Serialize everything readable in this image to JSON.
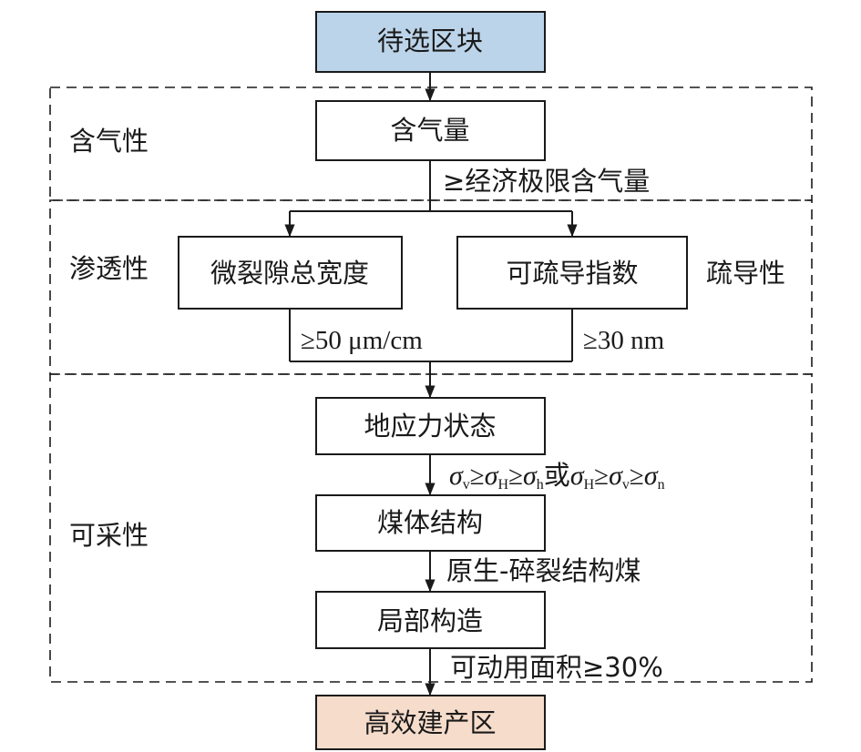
{
  "colors": {
    "start_fill": "#bcd4e9",
    "end_fill": "#f6dccb",
    "node_fill": "#ffffff",
    "stroke": "#1a1a1a"
  },
  "nodes": {
    "start": "待选区块",
    "gas_content": "含气量",
    "microcrack_width": "微裂隙总宽度",
    "drainability_index": "可疏导指数",
    "in_situ_stress": "地应力状态",
    "coal_structure": "煤体结构",
    "local_structure": "局部构造",
    "end": "高效建产区"
  },
  "sections": {
    "gas_bearing": "含气性",
    "permeability": "渗透性",
    "drainability": "疏导性",
    "recoverability": "可采性"
  },
  "criteria": {
    "gas": "≥经济极限含气量",
    "microcrack": "≥50 μm/cm",
    "drainability": "≥30 nm",
    "stress": {
      "part1_sym": "σ",
      "part1_sub": "v",
      "ge1": "≥",
      "part2_sym": "σ",
      "part2_sub": "H",
      "ge2": "≥",
      "part3_sym": "σ",
      "part3_sub": "h",
      "or": "或",
      "part4_sym": "σ",
      "part4_sub": "H",
      "ge3": "≥",
      "part5_sym": "σ",
      "part5_sub": "v",
      "ge4": "≥",
      "part6_sym": "σ",
      "part6_sub": "n"
    },
    "coal": "原生-碎裂结构煤",
    "local": "可动用面积≥30%"
  }
}
